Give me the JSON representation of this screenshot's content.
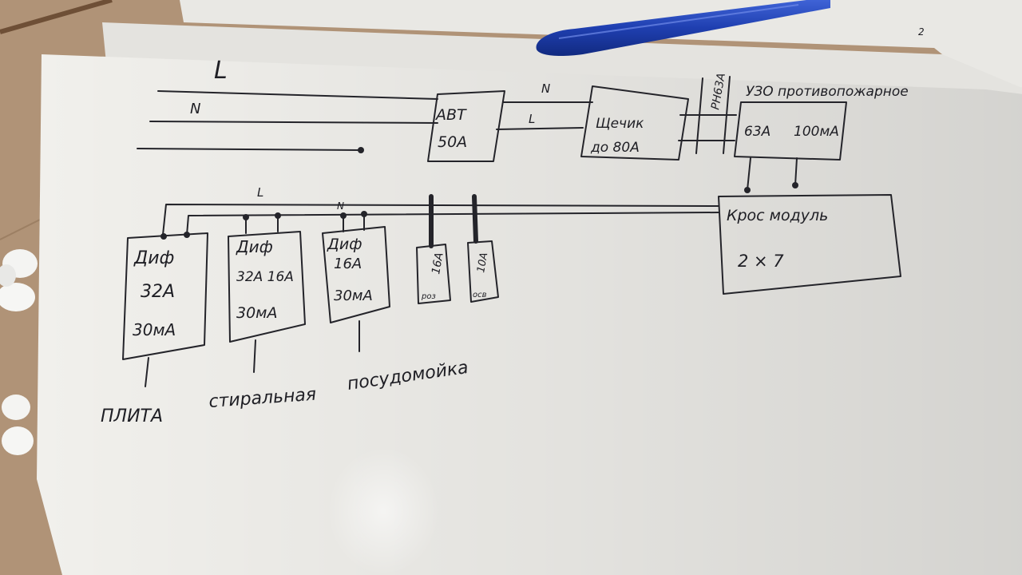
{
  "colors": {
    "ink": "#24242a",
    "paper": "#f1f0ec",
    "table": "#b59a7c",
    "pen": "#1f3fb0"
  },
  "page_corner": "2",
  "lines": {
    "phase": "L",
    "neutral": "N",
    "n_out": "N",
    "l_out": "L",
    "rail_l": "L",
    "rail_n": "N"
  },
  "devices": {
    "main_breaker": {
      "line1": "АВТ",
      "line2": "50А"
    },
    "meter": {
      "line1": "Щечик",
      "line2": "до 80А"
    },
    "relay": {
      "label": "РН63А"
    },
    "rcd_fire": {
      "title": "УЗО противопожарное",
      "rating": "63А",
      "leak": "100мА"
    },
    "cross_module": {
      "line1": "Крос модуль",
      "line2": "2 × 7"
    }
  },
  "branches": [
    {
      "l1": "Диф",
      "l2": "32А",
      "l3": "30мА",
      "load": "ПЛИТА"
    },
    {
      "l1": "Диф",
      "l2": "32А 16А",
      "l3": "30мА",
      "load": "стиральная"
    },
    {
      "l1": "Диф",
      "l2": "16А",
      "l3": "30мА",
      "load": "посудомойка"
    }
  ],
  "breakers": [
    {
      "rating": "16А",
      "note": "роз"
    },
    {
      "rating": "10А",
      "note": "осв"
    }
  ]
}
